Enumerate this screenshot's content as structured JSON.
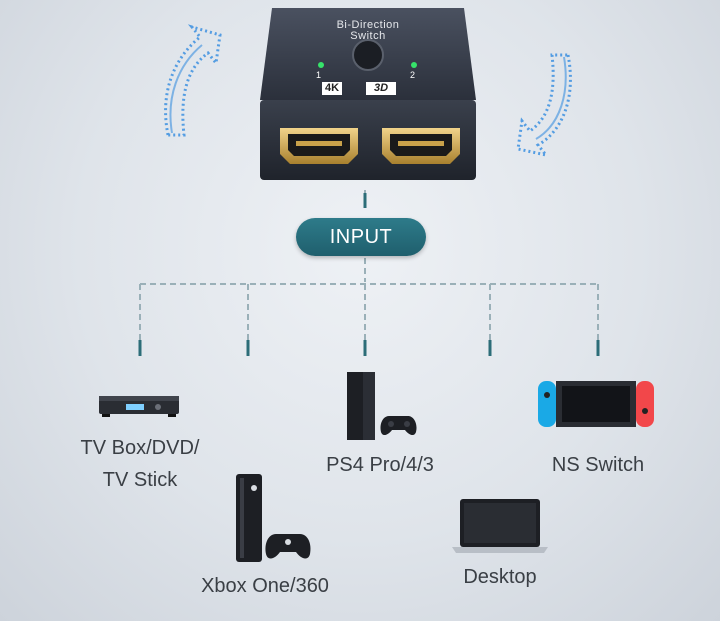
{
  "switch": {
    "title_line1": "Bi-Direction",
    "title_line2": "Switch",
    "port1_label": "1",
    "port2_label": "2",
    "badge_4k": "4K",
    "badge_3d": "3D"
  },
  "input_label": "INPUT",
  "devices": [
    {
      "id": "tv-box",
      "label_line1": "TV Box/DVD/",
      "label_line2": "TV Stick"
    },
    {
      "id": "xbox",
      "label": "Xbox One/360"
    },
    {
      "id": "ps4",
      "label": "PS4 Pro/4/3"
    },
    {
      "id": "desktop",
      "label": "Desktop"
    },
    {
      "id": "ns",
      "label": "NS Switch"
    }
  ],
  "colors": {
    "arrow": "#3b8fe0",
    "pill": "#246b7a",
    "connector": "#9ab0b8",
    "connector_end": "#2c6d78"
  }
}
